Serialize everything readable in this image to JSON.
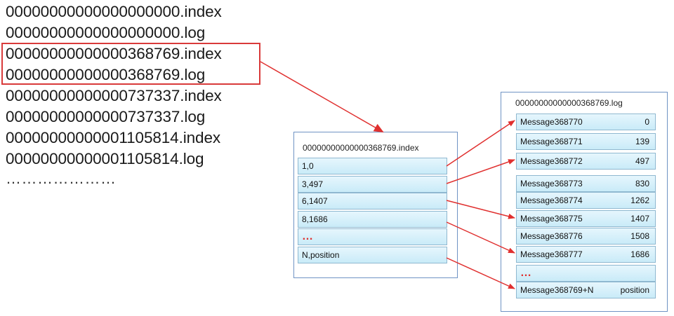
{
  "file_list": [
    "00000000000000000000.index",
    "00000000000000000000.log",
    "00000000000000368769.index",
    "00000000000000368769.log",
    "00000000000000737337.index",
    "00000000000000737337.log",
    "00000000000001105814.index",
    "00000000000001105814.log"
  ],
  "file_list_more": "…………………",
  "index_file": {
    "title": "00000000000000368769.index",
    "entries": [
      "1,0",
      "3,497",
      "6,1407",
      "8,1686",
      "…",
      "N,position"
    ]
  },
  "log_file": {
    "title": "00000000000000368769.log",
    "entries": [
      {
        "message": "Message368770",
        "offset": "0"
      },
      {
        "message": "Message368771",
        "offset": "139"
      },
      {
        "message": "Message368772",
        "offset": "497"
      },
      {
        "message": "Message368773",
        "offset": "830"
      },
      {
        "message": "Message368774",
        "offset": "1262"
      },
      {
        "message": "Message368775",
        "offset": "1407"
      },
      {
        "message": "Message368776",
        "offset": "1508"
      },
      {
        "message": "Message368777",
        "offset": "1686"
      },
      {
        "message": "…",
        "offset": ""
      },
      {
        "message": "Message368769+N",
        "offset": "position"
      }
    ]
  },
  "colors": {
    "arrow": "#e0302f",
    "highlight": "#d93a3a",
    "panel_border": "#6f93c4",
    "cell_fill": "#d4eefa"
  }
}
